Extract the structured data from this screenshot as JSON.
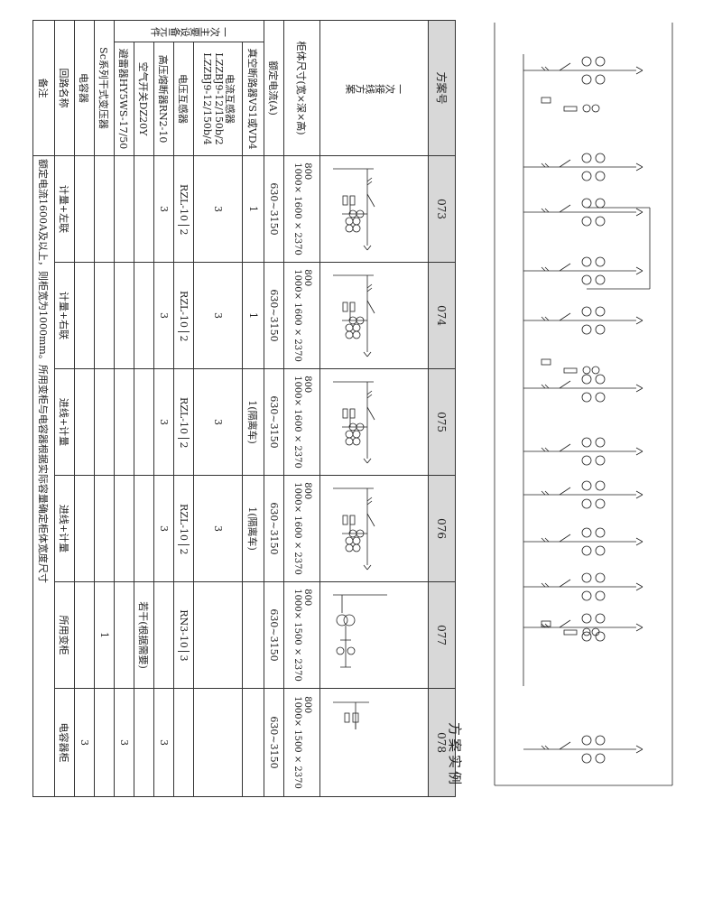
{
  "table": {
    "header_label": "方案号",
    "columns": [
      "073",
      "074",
      "075",
      "076",
      "077",
      "078"
    ],
    "diagram_label": "一次接线方案",
    "rows": {
      "size": {
        "label": "柜体尺寸(宽×深×高)",
        "values": [
          [
            "800",
            "1000",
            "× 1600 × 2370"
          ],
          [
            "800",
            "1000",
            "× 1600 × 2370"
          ],
          [
            "800",
            "1000",
            "× 1600 × 2370"
          ],
          [
            "800",
            "1000",
            "× 1600 × 2370"
          ],
          [
            "800",
            "1000",
            "× 1500 × 2370"
          ],
          [
            "800",
            "1000",
            "× 1500 × 2370"
          ]
        ]
      },
      "current": {
        "label": "额定电流(A)",
        "values": [
          "630~3150",
          "630~3150",
          "630~3150",
          "630~3150",
          "630~3150",
          "630~3150"
        ]
      },
      "group_label": "一次主要设备元件",
      "breaker": {
        "label": "真空断路器VS1或VD4",
        "values": [
          "1",
          "1",
          "1(隔离车)",
          "1(隔离车)",
          "",
          ""
        ]
      },
      "ct": {
        "label": [
          "电流互感器",
          "LZZBJ9-12/150b/2",
          "LZZBJ9-12/150b/4"
        ],
        "values": [
          "3",
          "3",
          "3",
          "3",
          "",
          ""
        ]
      },
      "vt": {
        "label": "电压互感器",
        "values": [
          {
            "n": "RZL-10",
            "q": "2"
          },
          {
            "n": "RZL-10",
            "q": "2"
          },
          {
            "n": "RZL-10",
            "q": "2"
          },
          {
            "n": "RZL-10",
            "q": "2"
          },
          {
            "n": "RN3-10",
            "q": "3"
          },
          {
            "n": "",
            "q": ""
          }
        ]
      },
      "fuse": {
        "label": "高压熔断器RN2-10",
        "values": [
          "3",
          "3",
          "3",
          "3",
          "",
          "3"
        ]
      },
      "air_switch": {
        "label": "空气开关DZ20Y",
        "values": [
          "",
          "",
          "",
          "",
          "若干(根据需要)",
          ""
        ]
      },
      "arrester": {
        "label": "避雷器HY5WS-17/50",
        "values": [
          "",
          "",
          "",
          "",
          "",
          "3"
        ]
      },
      "transformer": {
        "label": "Sc系列干式变压器",
        "values": [
          "",
          "",
          "",
          "",
          "1",
          ""
        ]
      },
      "capacitor": {
        "label": "电容器",
        "values": [
          "",
          "",
          "",
          "",
          "",
          "3"
        ]
      },
      "circuit": {
        "label": "回路名称",
        "values": [
          "计量+左联",
          "计量+右联",
          "进线+计量",
          "进线+计量",
          "所用变柜",
          "电容器柜"
        ]
      },
      "note": {
        "label": "备注",
        "text": "额定电流1600A及以上，则柜宽为1000mm。所用变柜与电容器根据实际容量确定柜体宽度尺寸"
      }
    }
  },
  "example": {
    "title": "方案实例"
  }
}
